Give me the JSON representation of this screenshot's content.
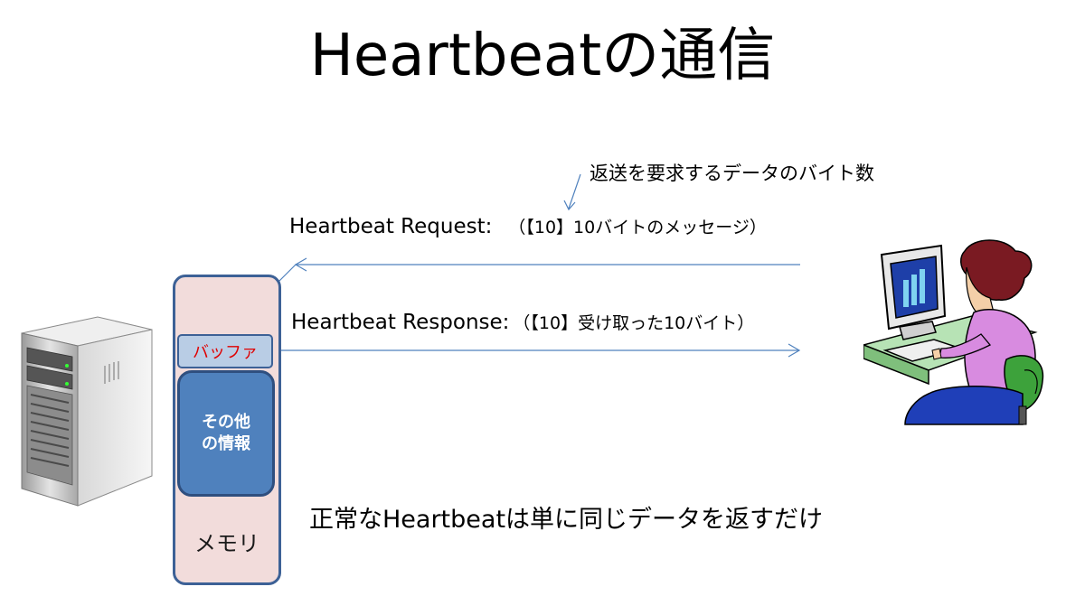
{
  "title": "Heartbeatの通信",
  "annotation": "返送を要求するデータのバイト数",
  "request": {
    "label": "Heartbeat Request:",
    "detail": "（【10】10バイトのメッセージ）"
  },
  "response": {
    "label": "Heartbeat Response:",
    "detail": "（【10】受け取った10バイト）"
  },
  "memory": {
    "label": "メモリ",
    "buffer_label": "バッファ",
    "other_label_line1": "その他",
    "other_label_line2": "の情報"
  },
  "summary": "正常なHeartbeatは単に同じデータを返すだけ",
  "icons": {
    "server": "server-icon",
    "user": "user-at-computer-icon"
  },
  "colors": {
    "memory_fill": "#f2dcdb",
    "memory_border": "#3d6196",
    "buffer_fill": "#b9cde5",
    "buffer_text": "#e00000",
    "other_fill": "#4f81bd",
    "arrow": "#4f81bd"
  }
}
